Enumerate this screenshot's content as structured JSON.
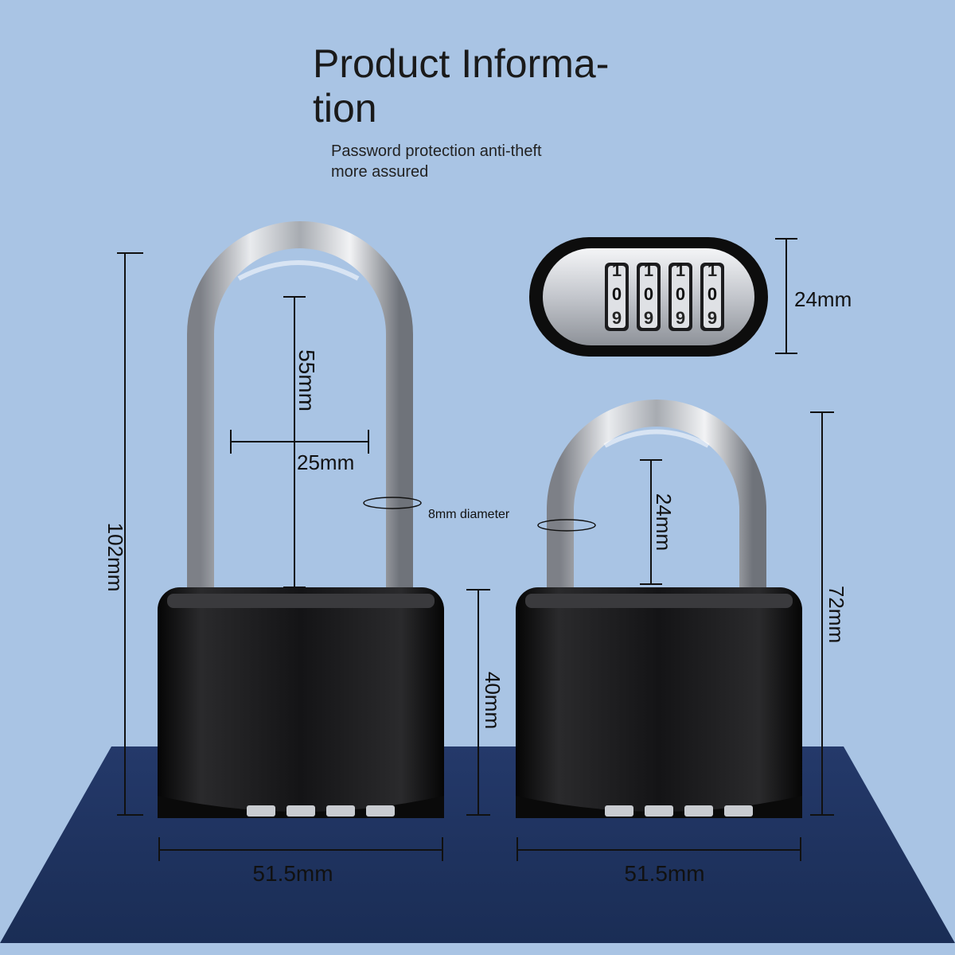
{
  "header": {
    "title_line1": "Product Informa-",
    "title_line2": "tion",
    "subtitle_line1": "Password protection anti-theft",
    "subtitle_line2": "more assured"
  },
  "dimensions": {
    "long_total_height": "102mm",
    "long_shackle_height": "55mm",
    "shackle_width": "25mm",
    "shackle_diameter": "8mm diameter",
    "body_height": "40mm",
    "body_width_left": "51.5mm",
    "short_shackle_height": "24mm",
    "short_total_height": "72mm",
    "body_width_right": "51.5mm",
    "dial_height": "24mm"
  },
  "dial_digits": {
    "top": [
      "1",
      "1",
      "1",
      "1"
    ],
    "middle": [
      "0",
      "0",
      "0",
      "0"
    ],
    "bottom": [
      "9",
      "9",
      "9",
      "9"
    ]
  },
  "colors": {
    "background": "#a9c4e4",
    "platform": "#1f3561",
    "lock_body": "#111111",
    "shackle": "#c9ccd1"
  }
}
